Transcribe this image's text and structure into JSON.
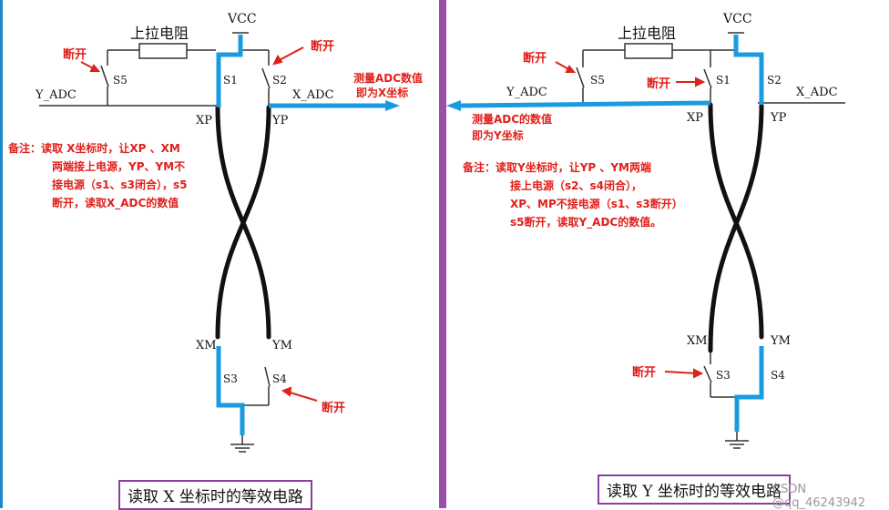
{
  "left": {
    "vcc": "VCC",
    "pullup": "上拉电阻",
    "s1": "S1",
    "s2": "S2",
    "s3": "S3",
    "s4": "S4",
    "s5": "S5",
    "y_adc": "Y_ADC",
    "x_adc": "X_ADC",
    "xp": "XP",
    "yp": "YP",
    "xm": "XM",
    "ym": "YM",
    "open_s5": "断开",
    "open_s2": "断开",
    "open_s4": "断开",
    "measure_line1": "测量ADC数值",
    "measure_line2": "即为X坐标",
    "note_lines": [
      "备注：读取 X坐标时，让XP 、XM",
      "两端接上电源，YP、YM不",
      "接电源（s1、s3闭合），s5",
      "断开，读取X_ADC的数值"
    ],
    "caption": "读取 X 坐标时的等效电路"
  },
  "right": {
    "vcc": "VCC",
    "pullup": "上拉电阻",
    "s1": "S1",
    "s2": "S2",
    "s3": "S3",
    "s4": "S4",
    "s5": "S5",
    "y_adc": "Y_ADC",
    "x_adc": "X_ADC",
    "xp": "XP",
    "yp": "YP",
    "xm": "XM",
    "ym": "YM",
    "open_s5": "断开",
    "open_s1": "断开",
    "open_s3": "断开",
    "measure_line1": "测量ADC的数值",
    "measure_line2": "即为Y坐标",
    "note_lines": [
      "备注：读取Y坐标时，让YP 、YM两端",
      "接上电源（s2、s4闭合），",
      "XP、MP不接电源（s1、s3断开）",
      "s5断开，读取Y_ADC的数值。"
    ],
    "caption": "读取 Y 坐标时的等效电路",
    "watermark": "CSDN @qq_46243942"
  },
  "colors": {
    "highlight": "#1a9be0",
    "red": "#e0201b",
    "divider": "#9b4fa8",
    "wire": "#333333"
  }
}
